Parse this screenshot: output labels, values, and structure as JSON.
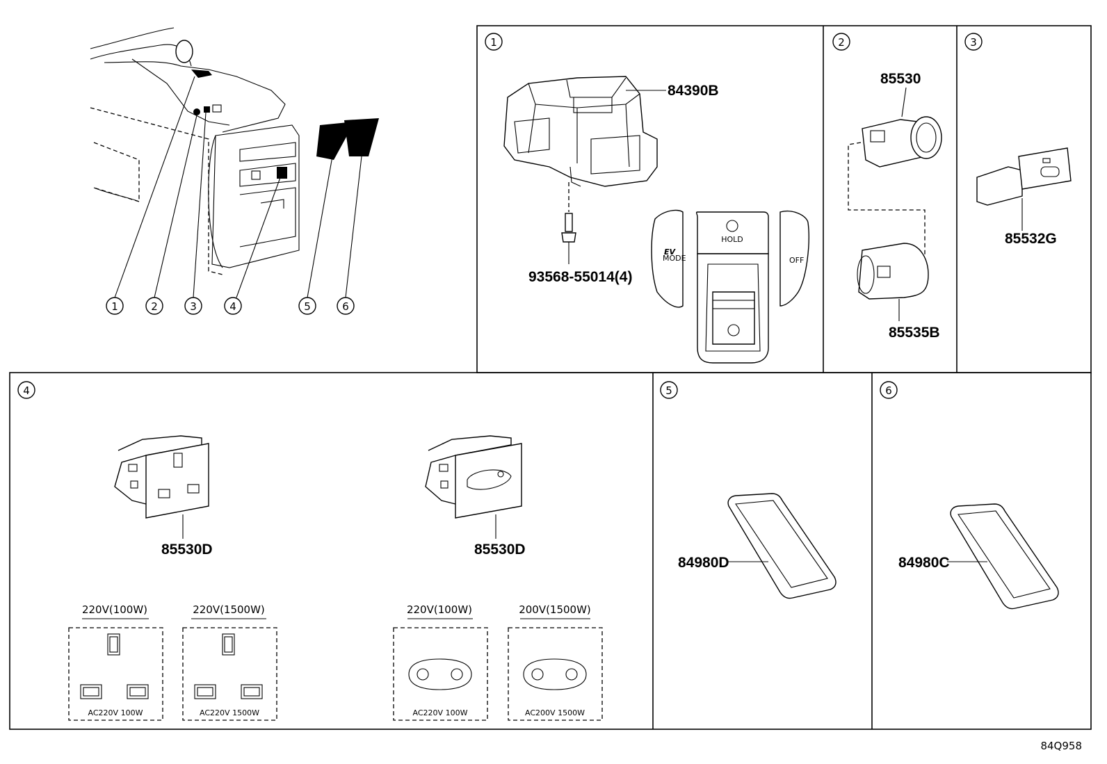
{
  "callouts": [
    "1",
    "2",
    "3",
    "4",
    "5",
    "6"
  ],
  "panel1": {
    "number": "1",
    "parts": {
      "switch_assembly": "84390B",
      "screw": "93568-55014(4)"
    },
    "button_labels": {
      "hold": "HOLD",
      "ev": "EV",
      "ev_mode": "MODE",
      "off": "OFF"
    }
  },
  "panel2": {
    "number": "2",
    "parts": {
      "socket": "85530",
      "cover": "85535B"
    }
  },
  "panel3": {
    "number": "3",
    "parts": {
      "usb": "85532G"
    }
  },
  "panel4": {
    "number": "4",
    "parts": {
      "outlet_uk": "85530D",
      "outlet_eu": "85530D"
    },
    "variants": [
      {
        "title": "220V(100W)",
        "label": "AC220V  100W"
      },
      {
        "title": "220V(1500W)",
        "label": "AC220V  1500W"
      },
      {
        "title": "220V(100W)",
        "label": "AC220V 100W"
      },
      {
        "title": "200V(1500W)",
        "label": "AC200V 1500W"
      }
    ]
  },
  "panel5": {
    "number": "5",
    "parts": {
      "pad": "84980D"
    }
  },
  "panel6": {
    "number": "6",
    "parts": {
      "pad": "84980C"
    }
  },
  "diagram_ref": "84Q958"
}
